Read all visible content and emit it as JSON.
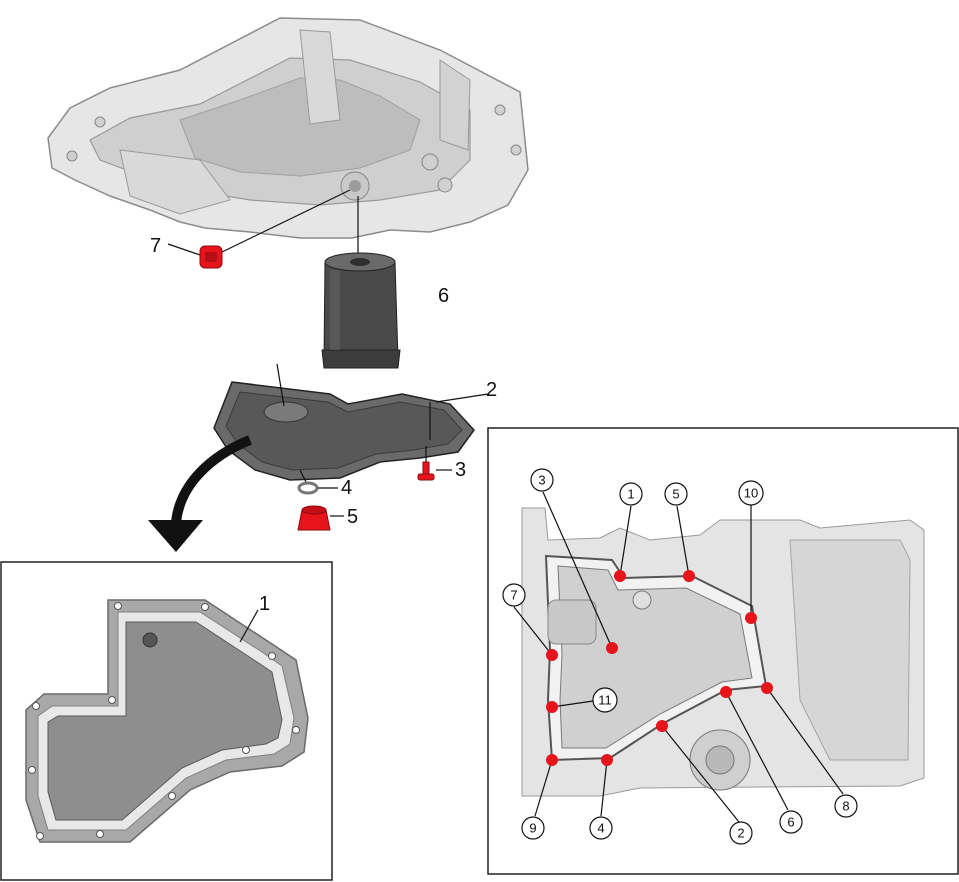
{
  "callouts": {
    "c1": "1",
    "c2": "2",
    "c3": "3",
    "c4": "4",
    "c5": "5",
    "c6": "6",
    "c7": "7"
  },
  "sequence": [
    "1",
    "2",
    "3",
    "4",
    "5",
    "6",
    "7",
    "8",
    "9",
    "10",
    "11"
  ],
  "colors": {
    "highlight": "#e8141c",
    "sump_dark": "#5c5c5c",
    "gasket_gray": "#8a8a8a",
    "casting_light": "#dcdcdc",
    "outline": "#222222"
  }
}
